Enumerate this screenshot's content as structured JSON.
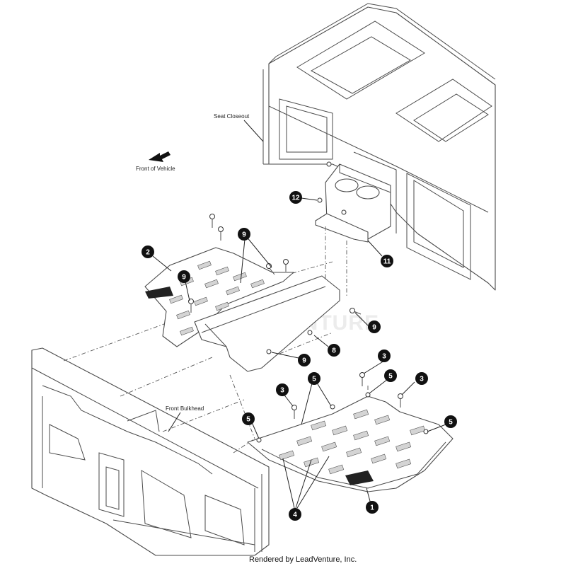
{
  "labels": {
    "seat_closeout": "Seat Closeout",
    "front_of_vehicle": "Front of Vehicle",
    "front_bulkhead": "Front Bulkhead"
  },
  "watermark": "LEADVENTURE",
  "footer": "Rendered by LeadVenture, Inc.",
  "callouts": {
    "c12": "12",
    "c11": "11",
    "c2": "2",
    "c9a": "9",
    "c9b": "9",
    "c9c": "9",
    "c9d": "9",
    "c8": "8",
    "c3a": "3",
    "c3b": "3",
    "c3c": "3",
    "c5a": "5",
    "c5b": "5",
    "c5c": "5",
    "c5d": "5",
    "c4": "4",
    "c1": "1"
  },
  "colors": {
    "callout": "#111111",
    "line": "#4a4a4a"
  }
}
